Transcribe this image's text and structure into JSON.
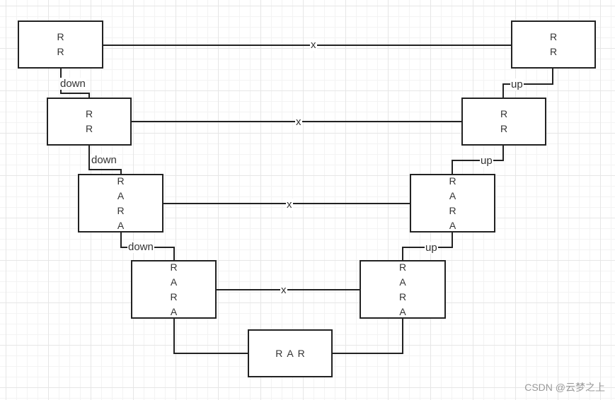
{
  "nodes": {
    "enc1": [
      "R",
      "R"
    ],
    "enc2": [
      "R",
      "R"
    ],
    "enc3": [
      "R",
      "A",
      "R",
      "A"
    ],
    "enc4": [
      "R",
      "A",
      "R",
      "A"
    ],
    "dec1": [
      "R",
      "R"
    ],
    "dec2": [
      "R",
      "R"
    ],
    "dec3": [
      "R",
      "A",
      "R",
      "A"
    ],
    "dec4": [
      "R",
      "A",
      "R",
      "A"
    ],
    "bottleneck": [
      "R",
      "A",
      "R"
    ]
  },
  "labels": {
    "skip": "x",
    "down": "down",
    "up": "up"
  },
  "watermark": "CSDN @云梦之上"
}
